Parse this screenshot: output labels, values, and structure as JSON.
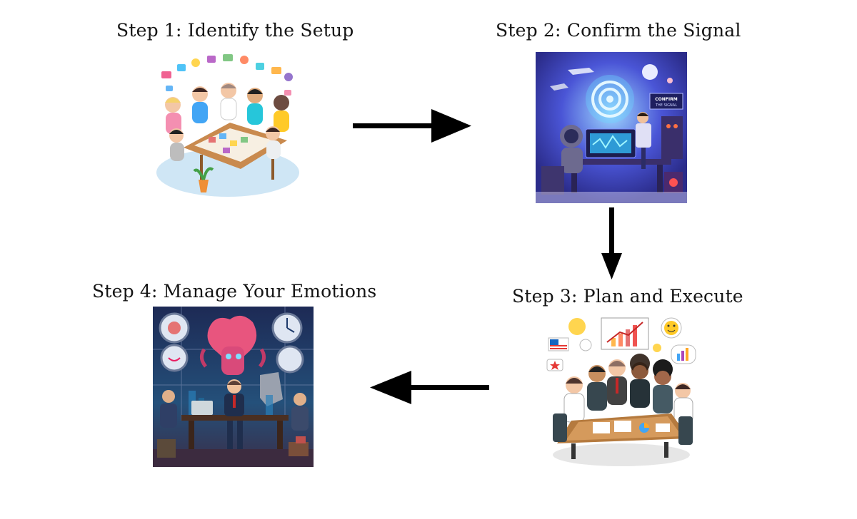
{
  "steps": [
    {
      "id": 1,
      "title": "Step 1: Identify the Setup"
    },
    {
      "id": 2,
      "title": "Step 2: Confirm the Signal",
      "sign_text": [
        "CONFIRM",
        "THE SIGNAL"
      ]
    },
    {
      "id": 3,
      "title": "Step 3: Plan and Execute"
    },
    {
      "id": 4,
      "title": "Step 4: Manage Your Emotions"
    }
  ],
  "colors": {
    "text": "#141414",
    "arrow": "#000000",
    "step2_bg": "#3b3fae",
    "step4_bg": "#1f3360"
  }
}
